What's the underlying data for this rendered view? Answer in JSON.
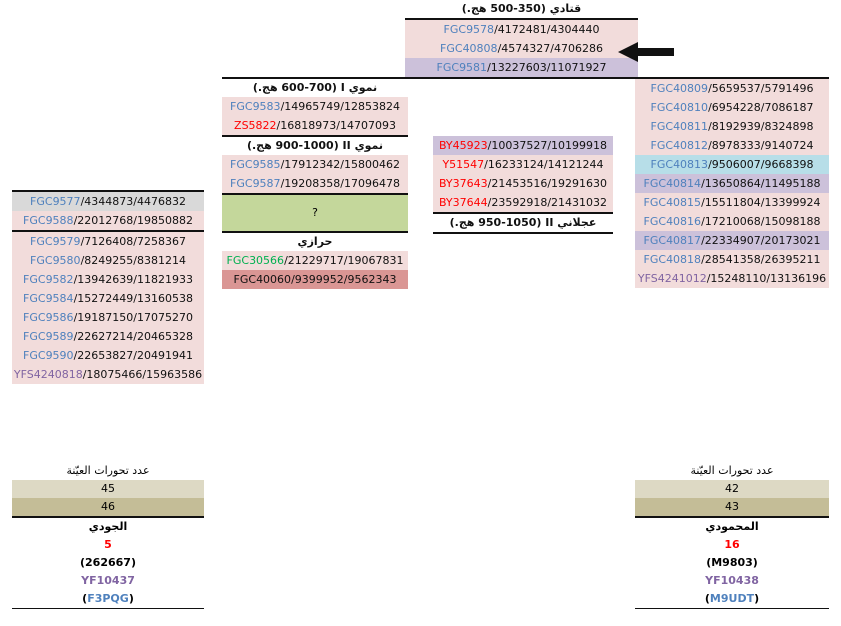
{
  "qatadi": {
    "title": "قتادي (350-500 هج.)",
    "rows": [
      {
        "id": "FGC9578",
        "pos": "4172481/4304440"
      },
      {
        "id": "FGC40808",
        "pos": "4574327/4706286"
      },
      {
        "id": "FGC9581",
        "pos": "13227603/11071927"
      }
    ]
  },
  "numawi1": {
    "title": "نموي I (600-700 هج.)",
    "rows": [
      {
        "id": "FGC9583",
        "pos": "14965749/12853824"
      },
      {
        "id": "ZS5822",
        "pos": "16818973/14707093"
      }
    ]
  },
  "numawi2": {
    "title": "نموي II (900-1000 هج.)",
    "rows": [
      {
        "id": "FGC9585",
        "pos": "17912342/15800462"
      },
      {
        "id": "FGC9587",
        "pos": "19208358/17096478"
      }
    ]
  },
  "unknown": {
    "label": "?"
  },
  "hurazi": {
    "title": "حرازي",
    "rows": [
      {
        "id": "FGC30566",
        "pos": "21229717/19067831"
      },
      {
        "id": "FGC40060",
        "pos": "9399952/9562343"
      }
    ]
  },
  "ajlani": {
    "title": "عجلاني II (950-1050 هج.)",
    "rows": [
      {
        "id": "BY45923",
        "pos": "10037527/10199918"
      },
      {
        "id": "Y51547",
        "pos": "16233124/14121244"
      },
      {
        "id": "BY37643",
        "pos": "21453516/19291630"
      },
      {
        "id": "BY37644",
        "pos": "23592918/21431032"
      }
    ]
  },
  "left_top": {
    "rows": [
      {
        "id": "FGC9577",
        "pos": "4344873/4476832"
      },
      {
        "id": "FGC9588",
        "pos": "22012768/19850882"
      }
    ]
  },
  "left_list": {
    "rows": [
      {
        "id": "FGC9579",
        "pos": "7126408/7258367"
      },
      {
        "id": "FGC9580",
        "pos": "8249255/8381214"
      },
      {
        "id": "FGC9582",
        "pos": "13942639/11821933"
      },
      {
        "id": "FGC9584",
        "pos": "15272449/13160538"
      },
      {
        "id": "FGC9586",
        "pos": "19187150/17075270"
      },
      {
        "id": "FGC9589",
        "pos": "22627214/20465328"
      },
      {
        "id": "FGC9590",
        "pos": "22653827/20491941"
      },
      {
        "id": "YFS4240818",
        "pos": "18075466/15963586"
      }
    ]
  },
  "right_list": {
    "rows": [
      {
        "id": "FGC40809",
        "pos": "5659537/5791496"
      },
      {
        "id": "FGC40810",
        "pos": "6954228/7086187"
      },
      {
        "id": "FGC40811",
        "pos": "8192939/8324898"
      },
      {
        "id": "FGC40812",
        "pos": "8978333/9140724"
      },
      {
        "id": "FGC40813",
        "pos": "9506007/9668398"
      },
      {
        "id": "FGC40814",
        "pos": "13650864/11495188"
      },
      {
        "id": "FGC40815",
        "pos": "15511804/13399924"
      },
      {
        "id": "FGC40816",
        "pos": "17210068/15098188"
      },
      {
        "id": "FGC40817",
        "pos": "22334907/20173021"
      },
      {
        "id": "FGC40818",
        "pos": "28541358/26395211"
      },
      {
        "id": "YFS4241012",
        "pos": "15248110/13136196"
      }
    ]
  },
  "left_stats": {
    "title": "عدد تحورات العيّنة",
    "counts": [
      "45",
      "46"
    ],
    "name": "الجودي",
    "number": "5",
    "code": "(262667)",
    "yf": "YF10437",
    "kit_open": "(",
    "kit": "F3PQG",
    "kit_close": ")"
  },
  "right_stats": {
    "title": "عدد تحورات العيّنة",
    "counts": [
      "42",
      "43"
    ],
    "name": "المحمودي",
    "number": "16",
    "code": "(M9803)",
    "yf": "YF10438",
    "kit_open": "(",
    "kit": "M9UDT",
    "kit_close": ")"
  },
  "colors": {
    "pink": "#f2dcdb",
    "purple": "#ccc1da",
    "teal": "#b7dee8",
    "grey": "#d9d9d9",
    "green": "#c4d79b",
    "dark_red": "#da9694",
    "tan": "#ddd9c4",
    "tan_dark": "#c4bd97",
    "blue_text": "#4f81bd",
    "red_text": "#ff0000",
    "green_text": "#00b050",
    "purple_text": "#8064a2"
  },
  "icons": {
    "arrow": "left-arrow-icon"
  }
}
